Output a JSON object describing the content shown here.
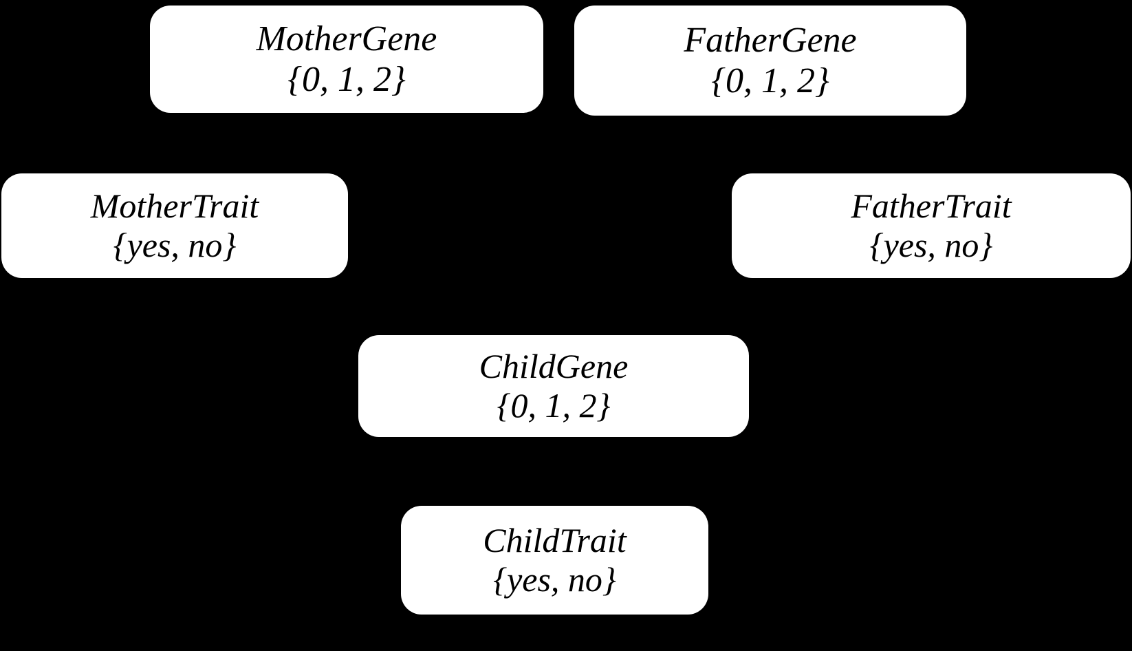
{
  "diagram": {
    "type": "bayesian-network",
    "background_color": "#000000",
    "node_fill_color": "#ffffff",
    "node_text_color": "#000000",
    "nodes": [
      {
        "id": "mother-gene",
        "title": "MotherGene",
        "domain": "{0, 1, 2}"
      },
      {
        "id": "father-gene",
        "title": "FatherGene",
        "domain": "{0, 1, 2}"
      },
      {
        "id": "mother-trait",
        "title": "MotherTrait",
        "domain": "{yes, no}"
      },
      {
        "id": "father-trait",
        "title": "FatherTrait",
        "domain": "{yes, no}"
      },
      {
        "id": "child-gene",
        "title": "ChildGene",
        "domain": "{0, 1, 2}"
      },
      {
        "id": "child-trait",
        "title": "ChildTrait",
        "domain": "{yes, no}"
      }
    ]
  }
}
